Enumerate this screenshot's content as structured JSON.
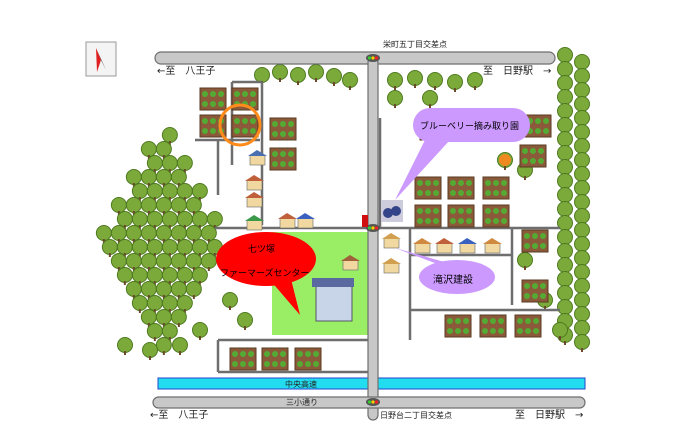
{
  "map": {
    "intersection_top": "栄町五丁目交差点",
    "intersection_bottom": "日野台二丁目交差点",
    "direction_left_top": "←至　八王子",
    "direction_right_top": "至　日野駅　→",
    "direction_left_bottom": "←至　八王子",
    "direction_right_bottom": "至　日野駅　→",
    "highway_label": "中央高速",
    "street_label": "三小通り",
    "callouts": {
      "blueberry": "ブルーベリー摘み取り園",
      "farmers_center_line1": "七ツ塚",
      "farmers_center_line2": "ファーマーズセンター",
      "takizawa": "滝沢建設"
    },
    "colors": {
      "road": "#c8c8c8",
      "road_border": "#6e6e6e",
      "highway": "#22ddf0",
      "lot": "#99ee66",
      "tree": "#7caa3a",
      "field": "#8a5a3a",
      "red_callout": "#ff0000",
      "purple_callout": "#cc99ff",
      "highlight_circle": "#ff8c1a"
    },
    "icons": [
      "compass-icon",
      "traffic-light-icon",
      "tree-icon",
      "field-plot-icon",
      "house-icon",
      "building-icon",
      "blueberry-icon"
    ]
  }
}
